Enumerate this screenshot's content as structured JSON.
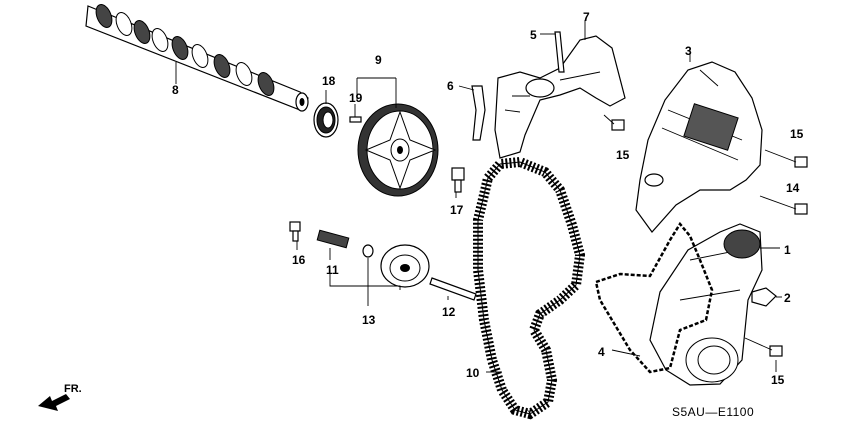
{
  "diagram_code": "S5AU—E1100",
  "direction_label": "FR.",
  "parts": [
    {
      "id": "p1",
      "number": "1",
      "description": "lower timing belt cover"
    },
    {
      "id": "p2",
      "number": "2",
      "description": "clip"
    },
    {
      "id": "p3",
      "number": "3",
      "description": "upper timing belt cover"
    },
    {
      "id": "p4",
      "number": "4",
      "description": "cover gasket"
    },
    {
      "id": "p5",
      "number": "5",
      "description": "seal strip"
    },
    {
      "id": "p6",
      "number": "6",
      "description": "seal strip"
    },
    {
      "id": "p7",
      "number": "7",
      "description": "back cover"
    },
    {
      "id": "p8",
      "number": "8",
      "description": "camshaft"
    },
    {
      "id": "p9",
      "number": "9",
      "description": "camshaft pulley"
    },
    {
      "id": "p10",
      "number": "10",
      "description": "timing belt"
    },
    {
      "id": "p11",
      "number": "11",
      "description": "tensioner spring"
    },
    {
      "id": "p12",
      "number": "12",
      "description": "bolt"
    },
    {
      "id": "p13",
      "number": "13",
      "description": "tensioner pulley"
    },
    {
      "id": "p14",
      "number": "14",
      "description": "bolt"
    },
    {
      "id": "p15a",
      "number": "15",
      "description": "bolt"
    },
    {
      "id": "p15b",
      "number": "15",
      "description": "bolt"
    },
    {
      "id": "p15c",
      "number": "15",
      "description": "bolt"
    },
    {
      "id": "p16",
      "number": "16",
      "description": "bolt"
    },
    {
      "id": "p17",
      "number": "17",
      "description": "bolt"
    },
    {
      "id": "p18",
      "number": "18",
      "description": "oil seal"
    },
    {
      "id": "p19",
      "number": "19",
      "description": "pin"
    }
  ]
}
